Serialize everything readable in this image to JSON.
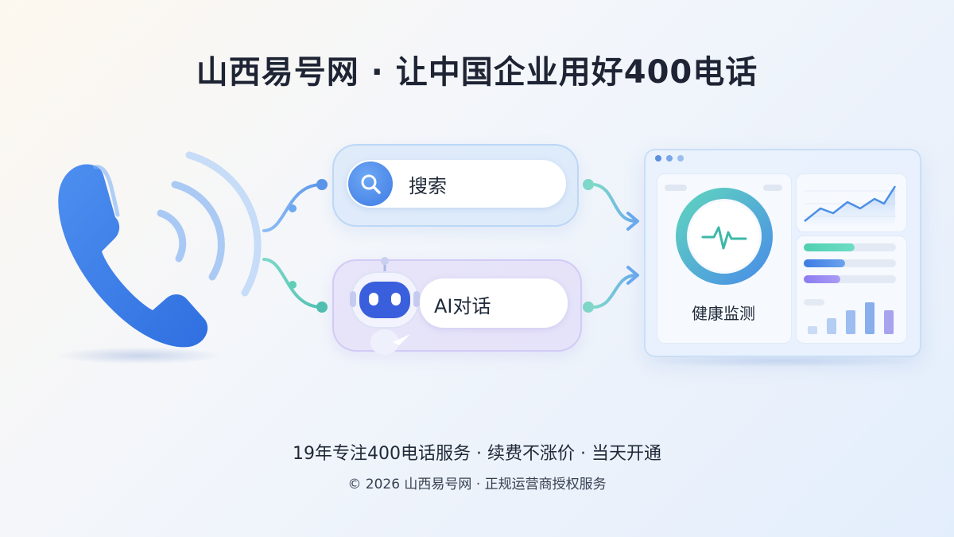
{
  "header": {
    "title": "山西易号网 · 让中国企业用好400电话"
  },
  "features": [
    {
      "label": "搜索",
      "icon": "search-icon"
    },
    {
      "label": "AI对话",
      "icon": "robot-icon"
    }
  ],
  "dashboard": {
    "label": "健康监测",
    "icon": "heartbeat-icon",
    "progress_bars": [
      0.55,
      0.45,
      0.4
    ],
    "bar_chart_values": [
      1,
      2,
      3,
      4,
      3
    ],
    "colors": {
      "primary": "#3d7be3",
      "teal": "#4fd0b0",
      "purple": "#8b7cf0"
    }
  },
  "footer": {
    "tagline": "19年专注400电话服务 · 续费不涨价 · 当天开通",
    "copyright": "© 2026 山西易号网 · 正规运营商授权服务"
  }
}
